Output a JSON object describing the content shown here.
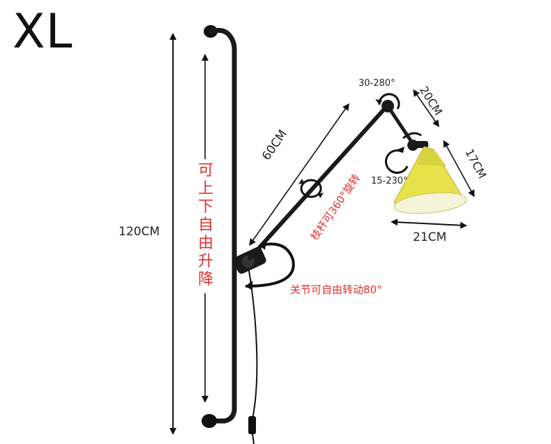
{
  "size_label": "XL",
  "dimensions": {
    "total_height": "120CM",
    "arm_length": "60CM",
    "upper_arm": "20CM",
    "shade_height": "17CM",
    "shade_width": "21CM"
  },
  "angles": {
    "top_joint": "30-280°",
    "shade_joint": "15-230°"
  },
  "annotations": {
    "height_adjust": "可上下自由升降",
    "arm_rotate": "枝杆可360°旋转",
    "joint_rotate": "关节可自由转动80°"
  },
  "colors": {
    "lamp_body": "#1a1a1a",
    "shade": "#e8e24a",
    "annotation_text": "#e0302b"
  }
}
